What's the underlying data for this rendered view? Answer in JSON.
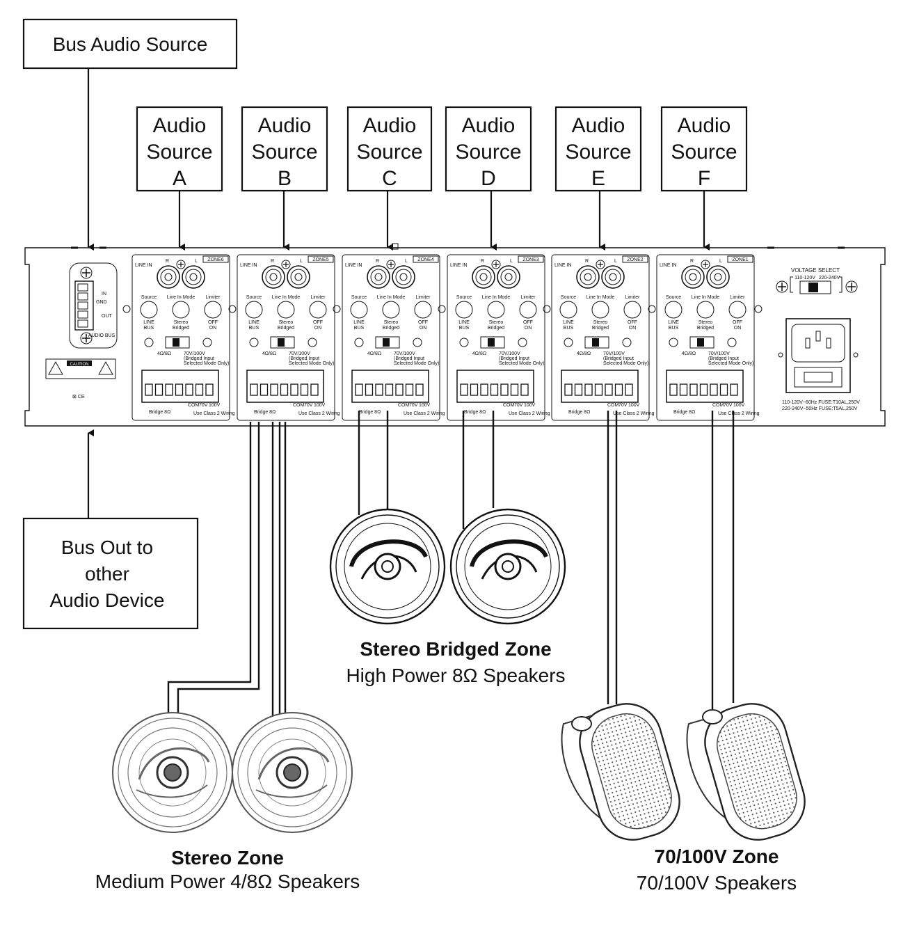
{
  "bus_source": {
    "label": "Bus Audio Source"
  },
  "bus_out": {
    "lines": [
      "Bus Out to",
      "other",
      "Audio Device"
    ]
  },
  "sources": [
    {
      "lines": [
        "Audio",
        "Source",
        "A"
      ]
    },
    {
      "lines": [
        "Audio",
        "Source",
        "B"
      ]
    },
    {
      "lines": [
        "Audio",
        "Source",
        "C"
      ]
    },
    {
      "lines": [
        "Audio",
        "Source",
        "D"
      ]
    },
    {
      "lines": [
        "Audio",
        "Source",
        "E"
      ]
    },
    {
      "lines": [
        "Audio",
        "Source",
        "F"
      ]
    }
  ],
  "zones": [
    {
      "name": "ZONE6"
    },
    {
      "name": "ZONE5"
    },
    {
      "name": "ZONE4"
    },
    {
      "name": "ZONE3"
    },
    {
      "name": "ZONE2"
    },
    {
      "name": "ZONE1"
    }
  ],
  "panel": {
    "line_in": "LINE IN",
    "r": "R",
    "l": "L",
    "knob_source": "Source",
    "knob_mode": "Line In Mode",
    "knob_limiter": "Limiter",
    "opt_line": "LINE",
    "opt_bus": "BUS",
    "opt_stereo": "Stereo",
    "opt_bridged": "Bridged",
    "opt_off": "OFF",
    "opt_on": "ON",
    "imp": "4Ω/8Ω",
    "volt": "70V/100V",
    "volt_note1": "(Bridged Input",
    "volt_note2": "Selected Mode Only)",
    "bridge": "Bridge 8Ω",
    "wiring": "Use Class 2 Wiring",
    "term_com": "COM",
    "term_70v": "70V",
    "term_100v": "100V",
    "bus_in": "IN",
    "bus_out": "OUT",
    "bus_gnd": "GND",
    "audio_bus": "AUDIO BUS",
    "caution": "CAUTION",
    "voltage_select": "VOLTAGE SELECT",
    "v_110": "110-120V",
    "v_220": "220-240V",
    "fuse1": "110-120V~60Hz  FUSE:T10AL,250V",
    "fuse2": "220-240V~50Hz  FUSE:T5AL,250V"
  },
  "captions": {
    "stereo_zone_title": "Stereo Zone",
    "stereo_zone_sub": "Medium Power 4/8Ω Speakers",
    "bridged_title": "Stereo Bridged Zone",
    "bridged_sub": "High Power 8Ω Speakers",
    "v70_title": "70/100V Zone",
    "v70_sub": "70/100V Speakers"
  }
}
